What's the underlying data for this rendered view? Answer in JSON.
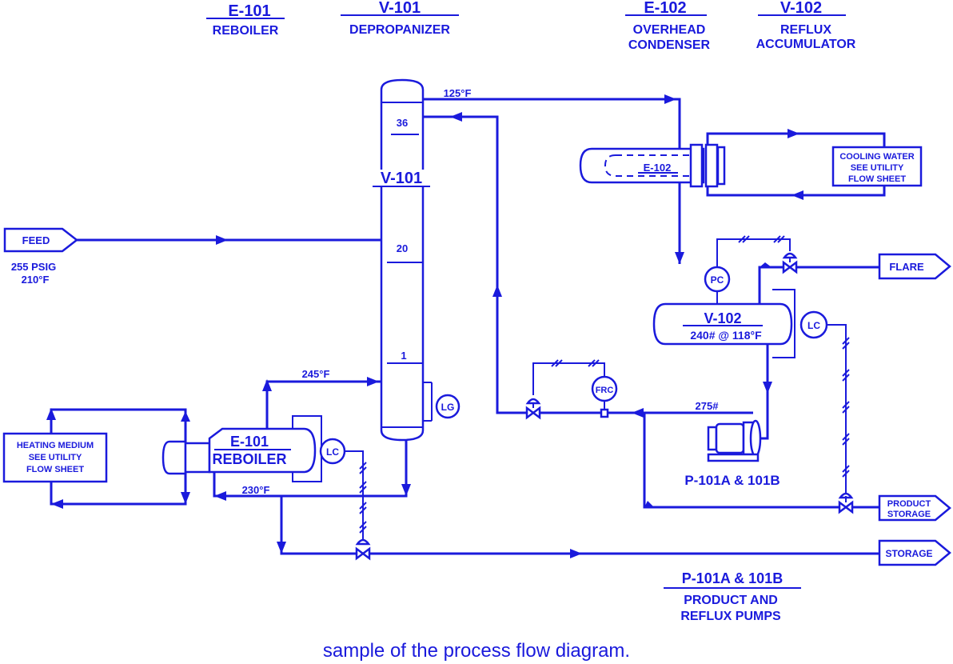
{
  "headers": {
    "e101_tag": "E-101",
    "e101_name": "REBOILER",
    "v101_tag": "V-101",
    "v101_name": "DEPROPANIZER",
    "e102_tag": "E-102",
    "e102_name_1": "OVERHEAD",
    "e102_name_2": "CONDENSER",
    "v102_tag": "V-102",
    "v102_name_1": "REFLUX",
    "v102_name_2": "ACCUMULATOR"
  },
  "column": {
    "tag": "V-101",
    "tray_top": "36",
    "tray_feed": "20",
    "tray_bottom": "1",
    "top_temp": "125°F",
    "level_gauge": "LG"
  },
  "feed": {
    "label": "FEED",
    "pressure": "255 PSIG",
    "temp": "210°F"
  },
  "condenser": {
    "tag": "E-102"
  },
  "cooling": {
    "line1": "COOLING WATER",
    "line2": "SEE UTILITY",
    "line3": "FLOW SHEET"
  },
  "accumulator": {
    "tag": "V-102",
    "conditions": "240# @ 118°F",
    "pc": "PC",
    "lc": "LC"
  },
  "flare": "FLARE",
  "reflux": {
    "frc": "FRC",
    "pressure": "275#"
  },
  "pump": {
    "label": "P-101A & 101B"
  },
  "product_storage": {
    "line1": "PRODUCT",
    "line2": "STORAGE"
  },
  "storage": "STORAGE",
  "heating": {
    "line1": "HEATING MEDIUM",
    "line2": "SEE UTILITY",
    "line3": "FLOW SHEET"
  },
  "reboiler": {
    "tag": "E-101",
    "name": "REBOILER",
    "lc": "LC",
    "vapor_temp": "245°F",
    "bottom_temp": "230°F"
  },
  "pump_caption": {
    "tag": "P-101A & 101B",
    "line1": "PRODUCT AND",
    "line2": "REFLUX PUMPS"
  },
  "caption": "sample of the process flow diagram."
}
